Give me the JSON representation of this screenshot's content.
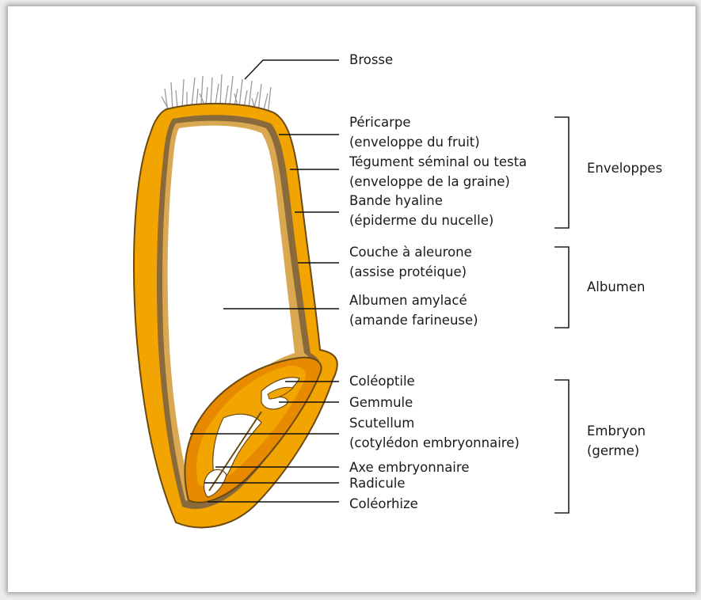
{
  "labels": {
    "brosse": "Brosse",
    "pericarpe_1": "Péricarpe",
    "pericarpe_2": "(enveloppe du fruit)",
    "tegument_1": "Tégument séminal ou testa",
    "tegument_2": "(enveloppe de la graine)",
    "bande_1": "Bande hyaline",
    "bande_2": "(épiderme du nucelle)",
    "aleurone_1": "Couche à aleurone",
    "aleurone_2": "(assise protéique)",
    "amylace_1": "Albumen amylacé",
    "amylace_2": "(amande farineuse)",
    "coleoptile": "Coléoptile",
    "gemmule": "Gemmule",
    "scutellum_1": "Scutellum",
    "scutellum_2": "(cotylédon embryonnaire)",
    "axe": "Axe embryonnaire",
    "radicule": "Radicule",
    "coleorhize": "Coléorhize"
  },
  "groups": {
    "enveloppes": "Enveloppes",
    "albumen": "Albumen",
    "embryon_1": "Embryon",
    "embryon_2": "(germe)"
  },
  "colors": {
    "pericarp": "#f2a400",
    "pericarp_edge": "#6b4a12",
    "aleurone": "#8a6a3a",
    "endosperm": "#ffffff",
    "embryo": "#e88a00",
    "brush": "#9a9a9a"
  }
}
